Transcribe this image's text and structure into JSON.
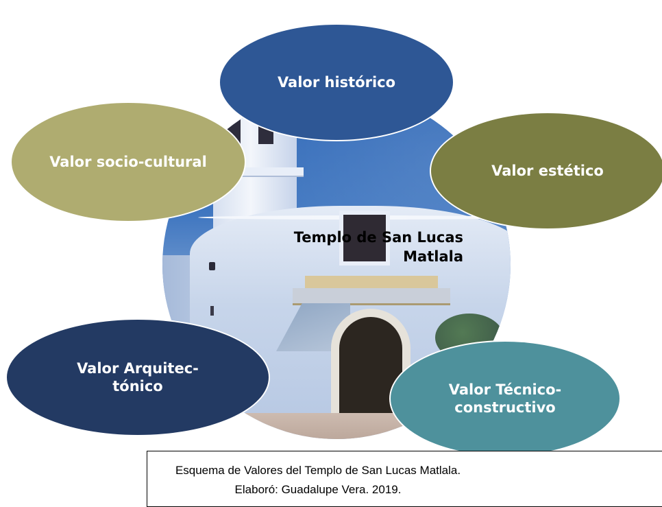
{
  "diagram": {
    "center": {
      "title": "Templo de San Lucas",
      "subtitle": "Matlala"
    },
    "nodes": {
      "historico": "Valor histórico",
      "estetico": "Valor estético",
      "tecnico": "Valor Técnico-constructivo",
      "arquitectonico": "Valor Arquitec-tónico",
      "sociocultural": "Valor socio-cultural"
    },
    "colors": {
      "historico": "#2e5795",
      "estetico": "#7b7e43",
      "tecnico": "#4e919c",
      "arquitectonico": "#233a63",
      "sociocultural": "#afac70"
    }
  },
  "caption": {
    "line1": "Esquema de Valores del Templo de San Lucas Matlala.",
    "line2": "Elaboró: Guadalupe Vera. 2019."
  }
}
